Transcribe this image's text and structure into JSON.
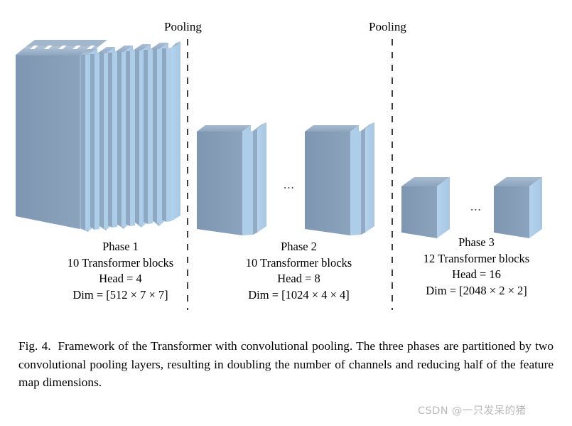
{
  "figure": {
    "pooling_labels": [
      {
        "text": "Pooling"
      },
      {
        "text": "Pooling"
      }
    ],
    "ellipsis": "...",
    "phases": [
      {
        "name": "Phase 1",
        "blocks": "10 Transformer blocks",
        "head": "Head = 4",
        "dim": "Dim = [512 × 7 × 7]",
        "slab_count": 10
      },
      {
        "name": "Phase 2",
        "blocks": "10 Transformer blocks",
        "head": "Head = 8",
        "dim": "Dim = [1024 × 4 × 4]",
        "slab_count": 2
      },
      {
        "name": "Phase 3",
        "blocks": "12 Transformer blocks",
        "head": "Head = 16",
        "dim": "Dim = [2048 × 2 × 2]",
        "slab_count": 1
      }
    ],
    "caption": {
      "label": "Fig. 4.",
      "text": "Framework of the Transformer with convolutional pooling. The three phases are partitioned by two convolutional pooling layers, resulting in doubling the number of channels and reducing half of the feature map dimensions."
    },
    "watermark": "CSDN @一只发呆的猪",
    "colors": {
      "front_dark": "#8199b3",
      "side_light": "#aecde8",
      "top_mid": "#94acc4",
      "background": "#ffffff",
      "dashed_line": "#3c3c3c",
      "text": "#000000",
      "watermark": "#b9b9b9"
    }
  }
}
